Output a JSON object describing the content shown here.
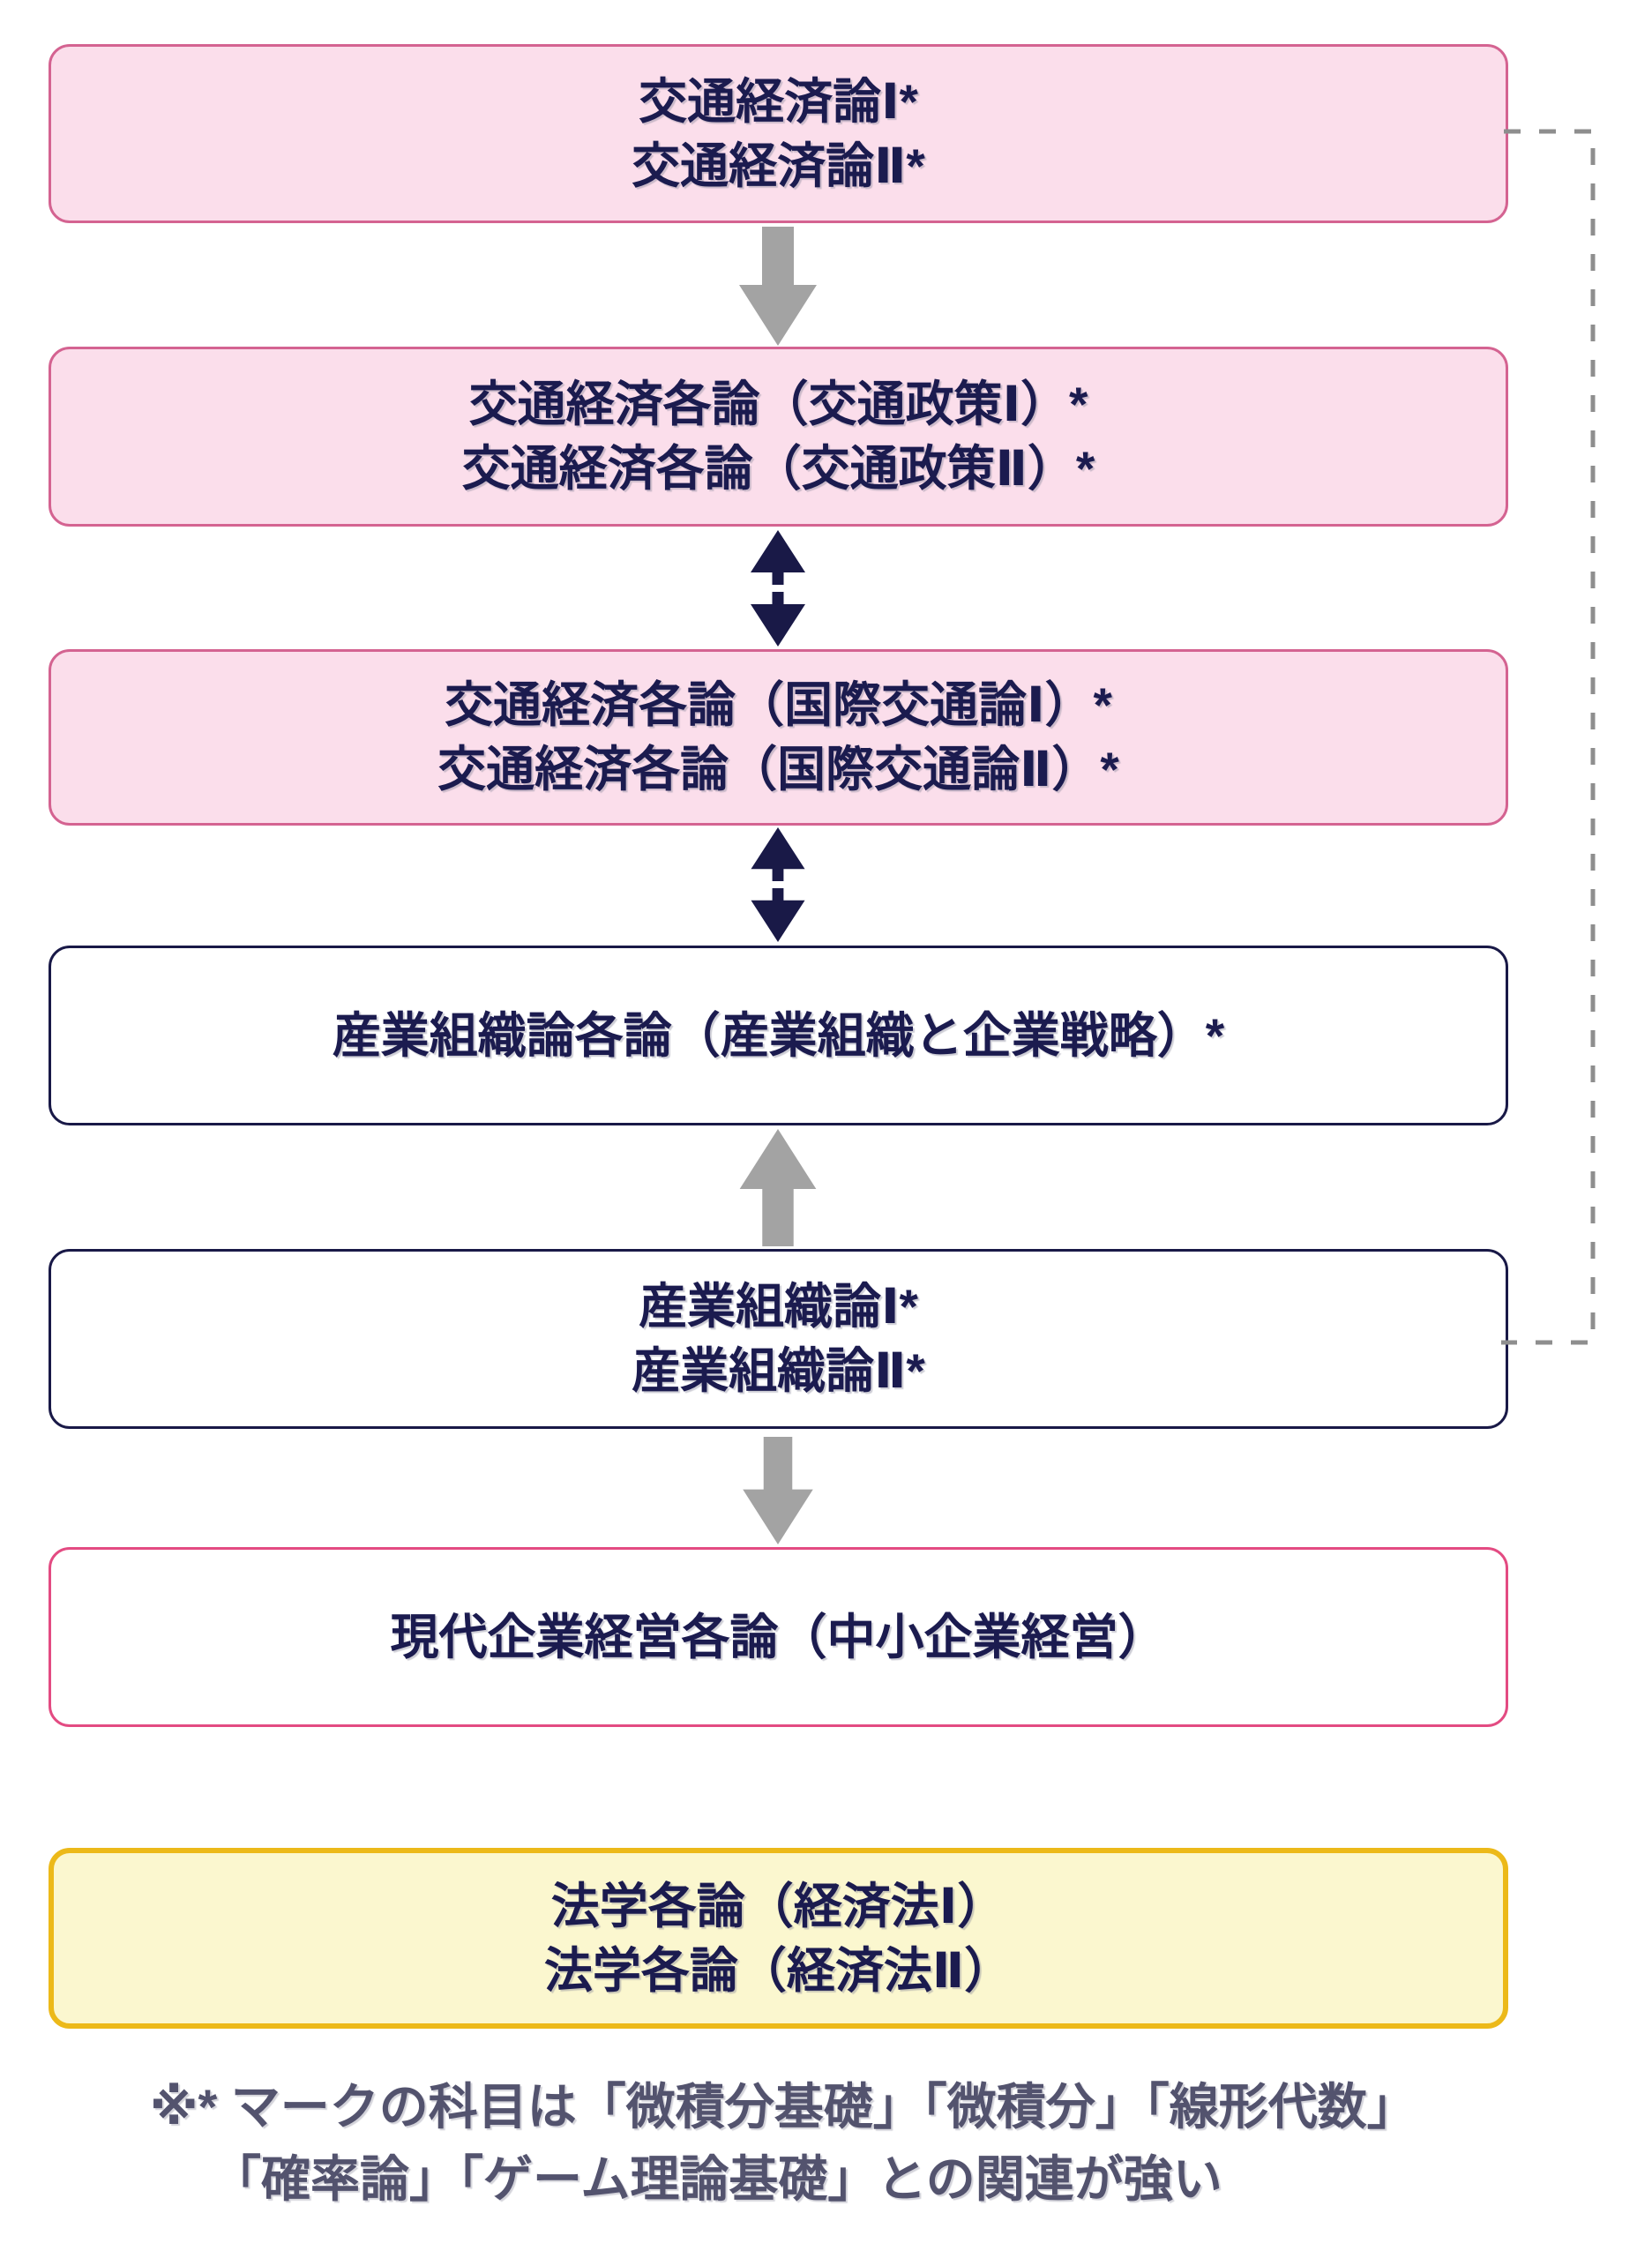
{
  "diagram_title": "course-flow-diagram",
  "colors": {
    "box_text": "#1b1b4f",
    "pink_fill": "#fbdeeb",
    "pink_border": "#d46391",
    "bright_pink_border": "#e34b82",
    "navy_border": "#191947",
    "yellow_fill": "#fbf7cf",
    "yellow_border": "#ecb919",
    "gray_arrow": "#a3a3a3",
    "navy_arrow": "#191947",
    "dashed_line": "#8e8e8e",
    "note_text": "#53536e"
  },
  "boxes": [
    {
      "name": "transport-economics",
      "style": "pink",
      "lines": [
        "交通経済論Ⅰ*",
        "交通経済論Ⅱ*"
      ]
    },
    {
      "name": "transport-policy",
      "style": "pink",
      "lines": [
        "交通経済各論（交通政策Ⅰ）*",
        "交通経済各論（交通政策Ⅱ）*"
      ]
    },
    {
      "name": "international-transport",
      "style": "pink",
      "lines": [
        "交通経済各論（国際交通論Ⅰ）*",
        "交通経済各論（国際交通論Ⅱ）*"
      ]
    },
    {
      "name": "industrial-organization-each",
      "style": "navy",
      "lines": [
        "産業組織論各論（産業組織と企業戦略）*"
      ]
    },
    {
      "name": "industrial-organization",
      "style": "navy",
      "lines": [
        "産業組織論Ⅰ*",
        "産業組織論Ⅱ*"
      ]
    },
    {
      "name": "modern-business-management",
      "style": "pinkline",
      "lines": [
        "現代企業経営各論（中小企業経営）"
      ]
    },
    {
      "name": "law-economic-law",
      "style": "yellow",
      "lines": [
        "法学各論（経済法Ⅰ）",
        "法学各論（経済法Ⅱ）"
      ]
    }
  ],
  "connections": [
    {
      "from": "transport-economics",
      "to": "transport-policy",
      "type": "down-arrow-gray"
    },
    {
      "from": "transport-policy",
      "to": "international-transport",
      "type": "double-arrow-navy"
    },
    {
      "from": "international-transport",
      "to": "industrial-organization-each",
      "type": "double-arrow-navy"
    },
    {
      "from": "industrial-organization",
      "to": "industrial-organization-each",
      "type": "up-arrow-gray"
    },
    {
      "from": "industrial-organization",
      "to": "modern-business-management",
      "type": "down-arrow-gray"
    },
    {
      "from": "transport-economics",
      "to": "industrial-organization",
      "type": "dashed-line-gray"
    }
  ],
  "note": {
    "line1": "※* マークの科目は「微積分基礎」「微積分」「線形代数」",
    "line2": "「確率論」「ゲーム理論基礎」との関連が強い"
  }
}
